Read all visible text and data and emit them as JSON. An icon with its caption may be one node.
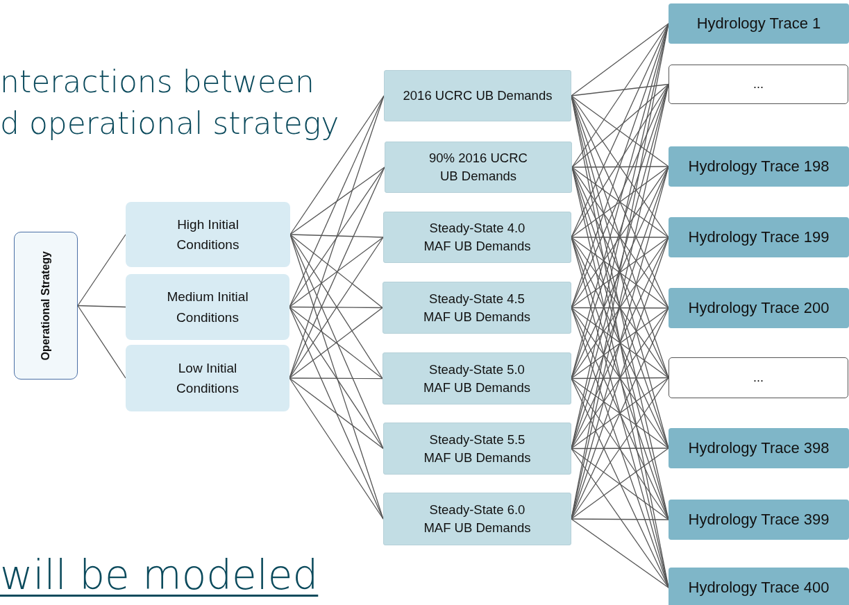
{
  "diagram": {
    "nodes": [
      {
        "text": [
          "Operational Strategy"
        ]
      },
      {
        "text": [
          "High Initial Conditions"
        ]
      },
      {
        "text": [
          "Medium Initial Conditions"
        ]
      },
      {
        "text": [
          "Low Initial Conditions"
        ]
      },
      {
        "text": [
          "2016 UCRC UB Demands"
        ]
      },
      {
        "text": [
          "90% 2016 UCRC UB Demands"
        ]
      },
      {
        "text": [
          "Steady-State 4.0 MAF UB Demands"
        ]
      },
      {
        "text": [
          "Steady-State 4.5 MAF UB Demands"
        ]
      },
      {
        "text": [
          "Steady-State 5.0 MAF UB Demands"
        ]
      },
      {
        "text": [
          "Steady-State 5.5 MAF UB Demands"
        ]
      },
      {
        "text": [
          "Steady-State 6.0 MAF UB Demands"
        ]
      },
      {
        "text": [
          "Hydrology Trace 1"
        ]
      },
      {
        "text": [
          "..."
        ]
      },
      {
        "text": [
          "Hydrology Trace 198"
        ]
      },
      {
        "text": [
          "Hydrology Trace 199"
        ]
      },
      {
        "text": [
          "Hydrology Trace 200"
        ]
      },
      {
        "text": [
          "..."
        ]
      },
      {
        "text": [
          "Hydrology Trace 398"
        ]
      },
      {
        "text": [
          "Hydrology Trace 399"
        ]
      },
      {
        "text": [
          "Hydrology Trace 400"
        ]
      }
    ],
    "edges": [
      {
        "from": 0,
        "to": 1,
        "arrow": "none"
      },
      {
        "from": 0,
        "to": 2,
        "arrow": "none"
      },
      {
        "from": 0,
        "to": 3,
        "arrow": "none"
      },
      {
        "from": 1,
        "to": 4,
        "arrow": "none"
      },
      {
        "from": 1,
        "to": 5,
        "arrow": "none"
      },
      {
        "from": 1,
        "to": 6,
        "arrow": "none"
      },
      {
        "from": 1,
        "to": 7,
        "arrow": "none"
      },
      {
        "from": 1,
        "to": 8,
        "arrow": "none"
      },
      {
        "from": 1,
        "to": 9,
        "arrow": "none"
      },
      {
        "from": 1,
        "to": 10,
        "arrow": "none"
      },
      {
        "from": 2,
        "to": 4,
        "arrow": "none"
      },
      {
        "from": 2,
        "to": 5,
        "arrow": "none"
      },
      {
        "from": 2,
        "to": 6,
        "arrow": "none"
      },
      {
        "from": 2,
        "to": 7,
        "arrow": "none"
      },
      {
        "from": 2,
        "to": 8,
        "arrow": "none"
      },
      {
        "from": 2,
        "to": 9,
        "arrow": "none"
      },
      {
        "from": 2,
        "to": 10,
        "arrow": "none"
      },
      {
        "from": 3,
        "to": 4,
        "arrow": "none"
      },
      {
        "from": 3,
        "to": 5,
        "arrow": "none"
      },
      {
        "from": 3,
        "to": 6,
        "arrow": "none"
      },
      {
        "from": 3,
        "to": 7,
        "arrow": "none"
      },
      {
        "from": 3,
        "to": 8,
        "arrow": "none"
      },
      {
        "from": 3,
        "to": 9,
        "arrow": "none"
      },
      {
        "from": 3,
        "to": 10,
        "arrow": "none"
      },
      {
        "from": 4,
        "to": 11,
        "arrow": "none"
      },
      {
        "from": 4,
        "to": 12,
        "arrow": "none"
      },
      {
        "from": 4,
        "to": 13,
        "arrow": "none"
      },
      {
        "from": 4,
        "to": 14,
        "arrow": "none"
      },
      {
        "from": 4,
        "to": 15,
        "arrow": "none"
      },
      {
        "from": 4,
        "to": 16,
        "arrow": "none"
      },
      {
        "from": 4,
        "to": 17,
        "arrow": "none"
      },
      {
        "from": 4,
        "to": 18,
        "arrow": "none"
      },
      {
        "from": 4,
        "to": 19,
        "arrow": "none"
      },
      {
        "from": 5,
        "to": 11,
        "arrow": "none"
      },
      {
        "from": 5,
        "to": 12,
        "arrow": "none"
      },
      {
        "from": 5,
        "to": 13,
        "arrow": "none"
      },
      {
        "from": 5,
        "to": 14,
        "arrow": "none"
      },
      {
        "from": 5,
        "to": 15,
        "arrow": "none"
      },
      {
        "from": 5,
        "to": 16,
        "arrow": "none"
      },
      {
        "from": 5,
        "to": 17,
        "arrow": "none"
      },
      {
        "from": 5,
        "to": 18,
        "arrow": "none"
      },
      {
        "from": 5,
        "to": 19,
        "arrow": "none"
      },
      {
        "from": 6,
        "to": 11,
        "arrow": "none"
      },
      {
        "from": 6,
        "to": 12,
        "arrow": "none"
      },
      {
        "from": 6,
        "to": 13,
        "arrow": "none"
      },
      {
        "from": 6,
        "to": 14,
        "arrow": "none"
      },
      {
        "from": 6,
        "to": 15,
        "arrow": "none"
      },
      {
        "from": 6,
        "to": 16,
        "arrow": "none"
      },
      {
        "from": 6,
        "to": 17,
        "arrow": "none"
      },
      {
        "from": 6,
        "to": 18,
        "arrow": "none"
      },
      {
        "from": 6,
        "to": 19,
        "arrow": "none"
      },
      {
        "from": 7,
        "to": 11,
        "arrow": "none"
      },
      {
        "from": 7,
        "to": 12,
        "arrow": "none"
      },
      {
        "from": 7,
        "to": 13,
        "arrow": "none"
      },
      {
        "from": 7,
        "to": 14,
        "arrow": "none"
      },
      {
        "from": 7,
        "to": 15,
        "arrow": "none"
      },
      {
        "from": 7,
        "to": 16,
        "arrow": "none"
      },
      {
        "from": 7,
        "to": 17,
        "arrow": "none"
      },
      {
        "from": 7,
        "to": 18,
        "arrow": "none"
      },
      {
        "from": 7,
        "to": 19,
        "arrow": "none"
      },
      {
        "from": 8,
        "to": 11,
        "arrow": "none"
      },
      {
        "from": 8,
        "to": 12,
        "arrow": "none"
      },
      {
        "from": 8,
        "to": 13,
        "arrow": "none"
      },
      {
        "from": 8,
        "to": 14,
        "arrow": "none"
      },
      {
        "from": 8,
        "to": 15,
        "arrow": "none"
      },
      {
        "from": 8,
        "to": 16,
        "arrow": "none"
      },
      {
        "from": 8,
        "to": 17,
        "arrow": "none"
      },
      {
        "from": 8,
        "to": 18,
        "arrow": "none"
      },
      {
        "from": 8,
        "to": 19,
        "arrow": "none"
      },
      {
        "from": 9,
        "to": 11,
        "arrow": "none"
      },
      {
        "from": 9,
        "to": 12,
        "arrow": "none"
      },
      {
        "from": 9,
        "to": 13,
        "arrow": "none"
      },
      {
        "from": 9,
        "to": 14,
        "arrow": "none"
      },
      {
        "from": 9,
        "to": 15,
        "arrow": "none"
      },
      {
        "from": 9,
        "to": 16,
        "arrow": "none"
      },
      {
        "from": 9,
        "to": 17,
        "arrow": "none"
      },
      {
        "from": 9,
        "to": 18,
        "arrow": "none"
      },
      {
        "from": 9,
        "to": 19,
        "arrow": "none"
      },
      {
        "from": 10,
        "to": 11,
        "arrow": "none"
      },
      {
        "from": 10,
        "to": 12,
        "arrow": "none"
      },
      {
        "from": 10,
        "to": 13,
        "arrow": "none"
      },
      {
        "from": 10,
        "to": 14,
        "arrow": "none"
      },
      {
        "from": 10,
        "to": 15,
        "arrow": "none"
      },
      {
        "from": 10,
        "to": 16,
        "arrow": "none"
      },
      {
        "from": 10,
        "to": 17,
        "arrow": "none"
      },
      {
        "from": 10,
        "to": 18,
        "arrow": "none"
      },
      {
        "from": 10,
        "to": 19,
        "arrow": "none"
      }
    ],
    "labels": [
      "nteractions between",
      "d operational strategy",
      "will be modeled"
    ]
  }
}
